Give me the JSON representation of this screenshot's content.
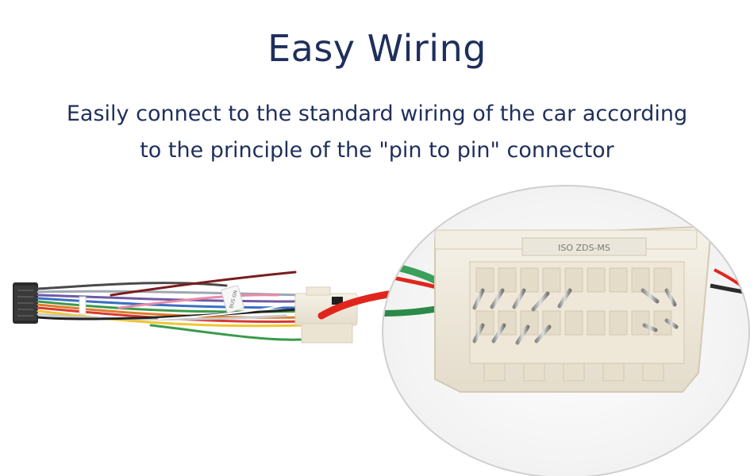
{
  "header": {
    "title": "Easy Wiring",
    "description_line1": "Easily connect to the standard wiring of the car according",
    "description_line2": "to the principle of the \"pin to pin\" connector"
  },
  "illustration": {
    "label_tag": "BUS GN",
    "connector_label": "ISO ZDS-MS"
  },
  "colors": {
    "text": "#1f2f5c",
    "arrow": "#e0261c",
    "connector": "#f1ece0"
  }
}
